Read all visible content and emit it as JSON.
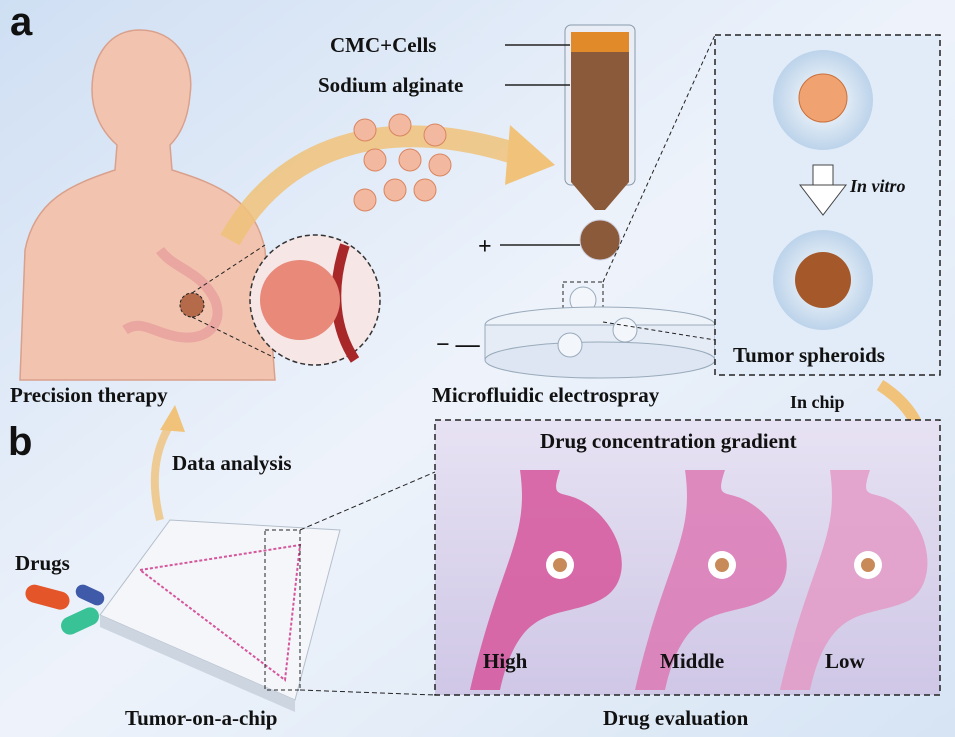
{
  "panels": {
    "a": "a",
    "b": "b"
  },
  "syringe": {
    "cmc_cells": "CMC+Cells",
    "sodium_alginate": "Sodium alginate",
    "plus": "+",
    "minus": "− —"
  },
  "labels": {
    "precision_therapy": "Precision therapy",
    "microfluidic_electrospray": "Microfluidic electrospray",
    "in_vitro": "In vitro",
    "tumor_spheroids": "Tumor spheroids",
    "in_chip": "In chip",
    "data_analysis": "Data analysis",
    "drug_concentration_gradient": "Drug concentration gradient",
    "drugs": "Drugs",
    "tumor_on_a_chip": "Tumor-on-a-chip",
    "drug_evaluation": "Drug evaluation"
  },
  "gradient_levels": [
    "High",
    "Middle",
    "Low"
  ],
  "colors": {
    "skin": "#f2c4b0",
    "tumor": "#d9754a",
    "pink_channel": "#d6569c",
    "arrow": "#f0c27a"
  }
}
